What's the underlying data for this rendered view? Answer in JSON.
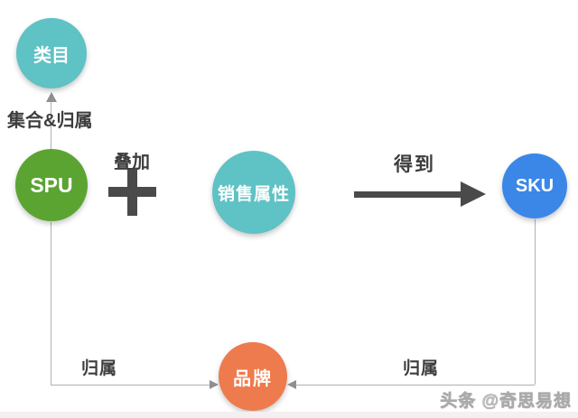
{
  "diagram": {
    "nodes": {
      "category": {
        "label": "类目",
        "color": "#5fc2c4"
      },
      "spu": {
        "label": "SPU",
        "color": "#5ba432"
      },
      "sales_attr": {
        "label": "销售属性",
        "color": "#5fc2c4"
      },
      "sku": {
        "label": "SKU",
        "color": "#3a87e8"
      },
      "brand": {
        "label": "品牌",
        "color": "#ee7b4d"
      }
    },
    "edge_labels": {
      "collection_belong": "集合&归属",
      "overlay": "叠加",
      "obtain": "得到",
      "belong_left": "归属",
      "belong_right": "归属"
    },
    "operator": "+",
    "colors": {
      "big_arrow": "#4a4a4a",
      "thin_line": "#b0b0b0",
      "label_text": "#3d3d3d"
    },
    "watermark": "头条 @奇思易想"
  }
}
